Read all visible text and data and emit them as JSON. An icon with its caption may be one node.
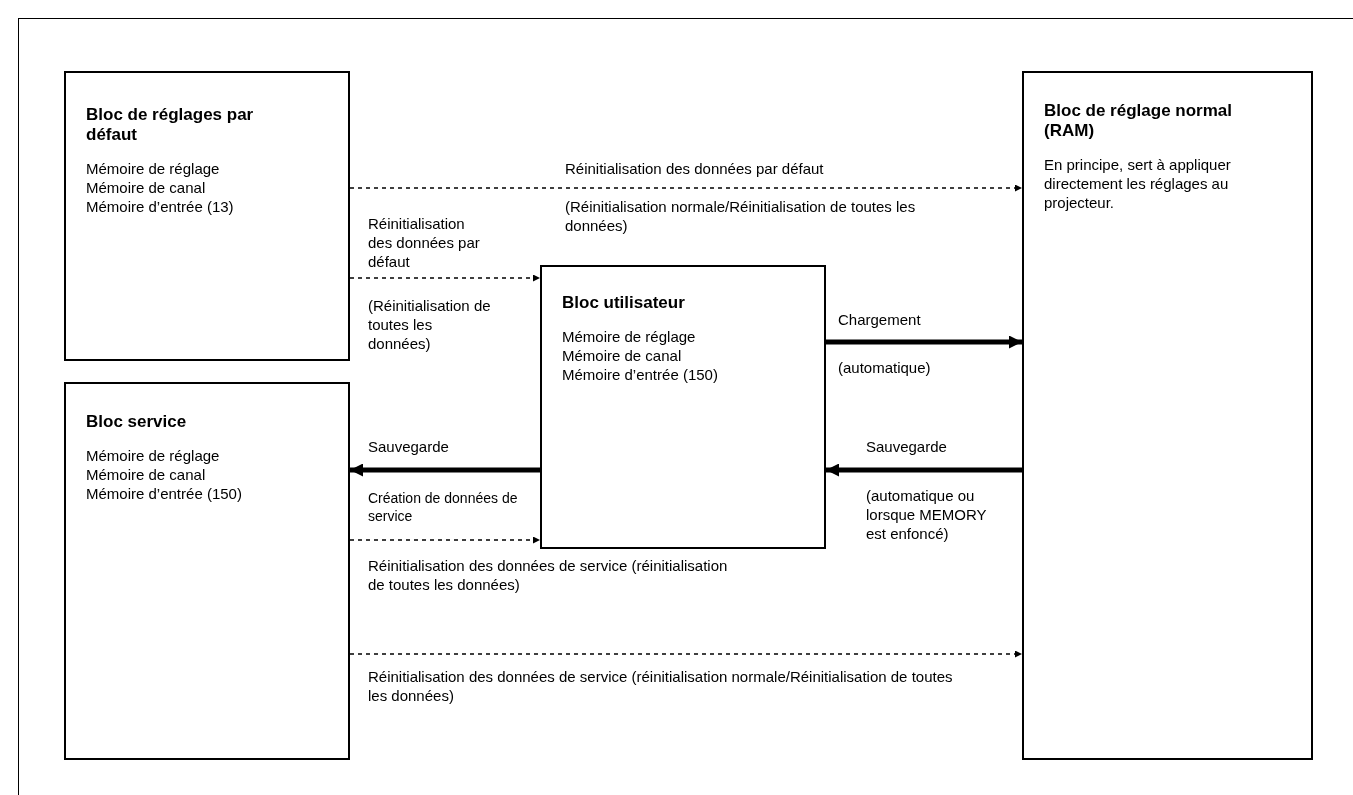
{
  "diagram": {
    "nodes": [
      {
        "text": [
          "Bloc de réglages par défaut",
          "Mémoire de réglage",
          "Mémoire de canal",
          "Mémoire d’entrée (13)"
        ]
      },
      {
        "text": [
          "Bloc utilisateur",
          "Mémoire de réglage",
          "Mémoire de canal",
          "Mémoire d’entrée (150)"
        ]
      },
      {
        "text": [
          "Bloc service",
          "Mémoire de réglage",
          "Mémoire de canal",
          "Mémoire d’entrée (150)"
        ]
      },
      {
        "text": [
          "Bloc de réglage normal (RAM)",
          "En principe, sert à appliquer directement les réglages au projecteur."
        ]
      }
    ],
    "edges": [
      {
        "from": 0,
        "to": 3,
        "arrow": "to",
        "style": "dashed",
        "label": "Réinitialisation des données par défaut"
      },
      {
        "from": 0,
        "to": 1,
        "arrow": "to",
        "style": "dashed",
        "label": "Réinitialisation des données par défaut"
      },
      {
        "from": 1,
        "to": 3,
        "arrow": "to",
        "style": "thick",
        "label": "Chargement"
      },
      {
        "from": 3,
        "to": 1,
        "arrow": "to",
        "style": "thick",
        "label": "Sauvegarde"
      },
      {
        "from": 1,
        "to": 2,
        "arrow": "to",
        "style": "thick",
        "label": "Sauvegarde"
      },
      {
        "from": 2,
        "to": 1,
        "arrow": "to",
        "style": "dashed",
        "label": "Création de données de service"
      },
      {
        "from": 2,
        "to": 3,
        "arrow": "to",
        "style": "dashed",
        "label": "Réinitialisation des données de service (réinitialisation normale/Réinitialisation de toutes les données)"
      }
    ],
    "labels": [
      "(Réinitialisation normale/Réinitialisation de toutes les données)",
      "(Réinitialisation de toutes les données)",
      "(automatique)",
      "(automatique ou lorsque MEMORY est enfoncé)",
      "Réinitialisation des données de service (réinitialisation de toutes les données)"
    ]
  }
}
